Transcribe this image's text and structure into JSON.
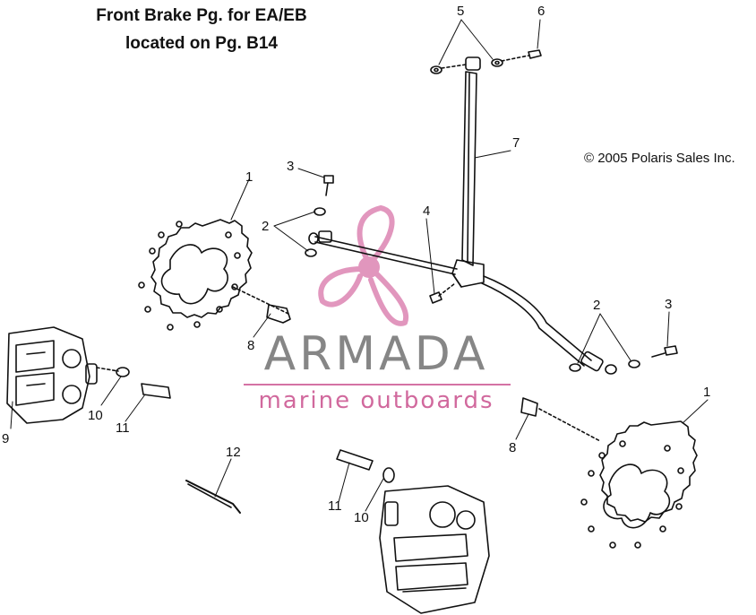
{
  "note": {
    "line1": "Front Brake Pg. for EA/EB",
    "line2": "located on Pg. B14"
  },
  "copyright": "© 2005 Polaris Sales Inc.",
  "callouts": [
    {
      "id": "c5",
      "text": "5"
    },
    {
      "id": "c6",
      "text": "6"
    },
    {
      "id": "c7",
      "text": "7"
    },
    {
      "id": "c3a",
      "text": "3"
    },
    {
      "id": "c1a",
      "text": "1"
    },
    {
      "id": "c2a",
      "text": "2"
    },
    {
      "id": "c4",
      "text": "4"
    },
    {
      "id": "c8a",
      "text": "8"
    },
    {
      "id": "c9",
      "text": "9"
    },
    {
      "id": "c10a",
      "text": "10"
    },
    {
      "id": "c11a",
      "text": "11"
    },
    {
      "id": "c2b",
      "text": "2"
    },
    {
      "id": "c3b",
      "text": "3"
    },
    {
      "id": "c1b",
      "text": "1"
    },
    {
      "id": "c8b",
      "text": "8"
    },
    {
      "id": "c12",
      "text": "12"
    },
    {
      "id": "c11b",
      "text": "11"
    },
    {
      "id": "c10b",
      "text": "10"
    }
  ],
  "watermark": {
    "brand": "ARMADA",
    "tagline": "marine outboards",
    "accent_color": "#c94f8d",
    "text_color": "#7a7a7a",
    "logo_icon": "propeller-logo-icon"
  }
}
